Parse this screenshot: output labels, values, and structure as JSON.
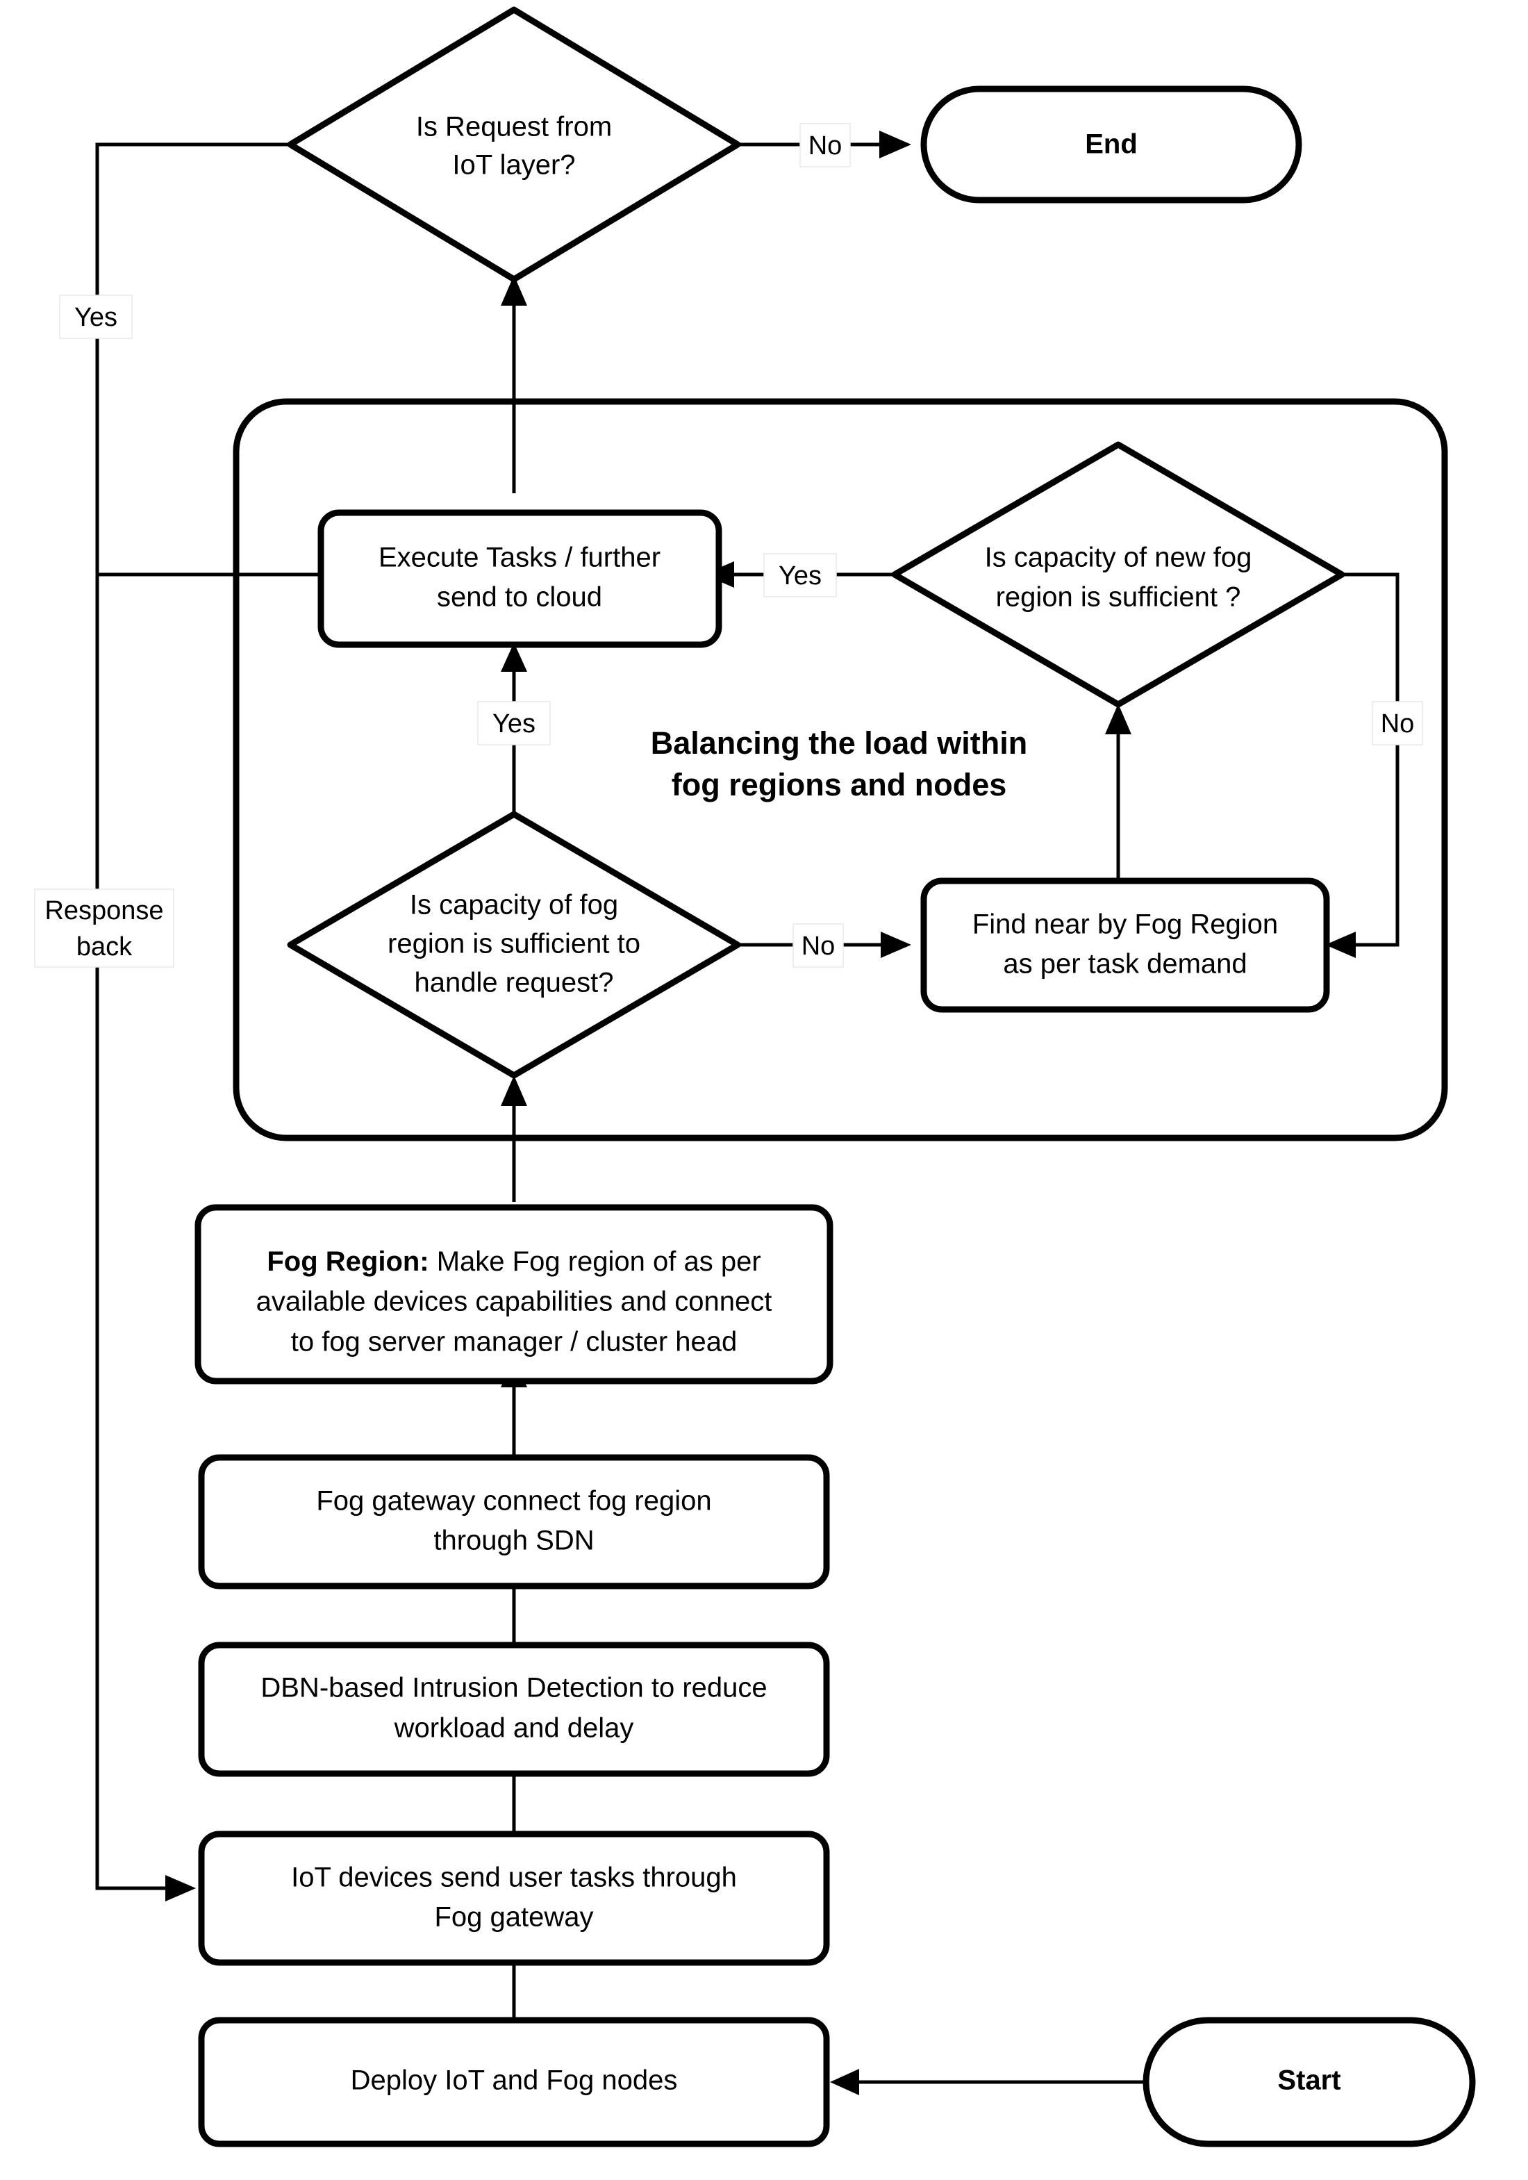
{
  "diagram": {
    "title": "Balancing the load within fog regions and nodes",
    "group_label_line1": "Balancing the load within",
    "group_label_line2": "fog regions and nodes"
  },
  "nodes": {
    "start": {
      "label": "Start",
      "shape": "terminator"
    },
    "end": {
      "label": "End",
      "shape": "terminator"
    },
    "deploy": {
      "label": "Deploy IoT and Fog  nodes",
      "shape": "process"
    },
    "iot_send": {
      "line1": "IoT devices send user tasks through",
      "line2": "Fog gateway",
      "shape": "process"
    },
    "dbn": {
      "line1": "DBN-based Intrusion Detection to reduce",
      "line2": "workload and delay",
      "shape": "process"
    },
    "gateway_sdn": {
      "line1": "Fog gateway connect fog region",
      "line2": "through SDN",
      "shape": "process"
    },
    "fog_region": {
      "bold_prefix": "Fog Region:",
      "line1_rest": " Make Fog region of as per",
      "line2": "available devices capabilities and connect",
      "line3": "to fog server manager / cluster head",
      "shape": "process"
    },
    "capacity_fog": {
      "line1": "Is capacity of fog",
      "line2": "region is sufficient to",
      "line3": "handle request?",
      "shape": "decision"
    },
    "find_nearby": {
      "line1": "Find near by Fog Region",
      "line2": "as per task demand",
      "shape": "process"
    },
    "capacity_new_fog": {
      "line1": "Is capacity of new fog",
      "line2": "region is sufficient ?",
      "shape": "decision"
    },
    "execute_tasks": {
      "line1": "Execute Tasks / further",
      "line2": "send to cloud",
      "shape": "process"
    },
    "is_request_iot": {
      "line1": "Is Request from",
      "line2": "IoT layer?",
      "shape": "decision"
    }
  },
  "edge_labels": {
    "request_no": "No",
    "request_yes": "Yes",
    "response_back_line1": "Response",
    "response_back_line2": "back",
    "capacity_fog_no": "No",
    "capacity_fog_yes": "Yes",
    "new_fog_yes": "Yes",
    "new_fog_no": "No"
  },
  "colors": {
    "stroke": "#000000",
    "fill": "#ffffff",
    "label_bg": "#ffffff"
  }
}
